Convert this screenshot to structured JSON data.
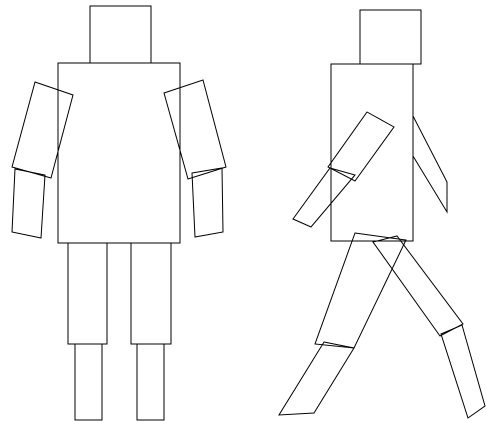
{
  "diagram": {
    "figures": [
      {
        "pose": "front",
        "parts": [
          "head",
          "torso",
          "left-upper-arm",
          "left-forearm",
          "right-upper-arm",
          "right-forearm",
          "left-thigh",
          "left-shin",
          "right-thigh",
          "right-shin"
        ]
      },
      {
        "pose": "side-walking",
        "parts": [
          "head",
          "torso",
          "back-arm",
          "front-upper-arm",
          "front-forearm",
          "back-thigh",
          "back-shin",
          "front-thigh",
          "front-shin"
        ]
      }
    ],
    "colors": {
      "stroke": "#000000",
      "background": "#ffffff"
    }
  }
}
